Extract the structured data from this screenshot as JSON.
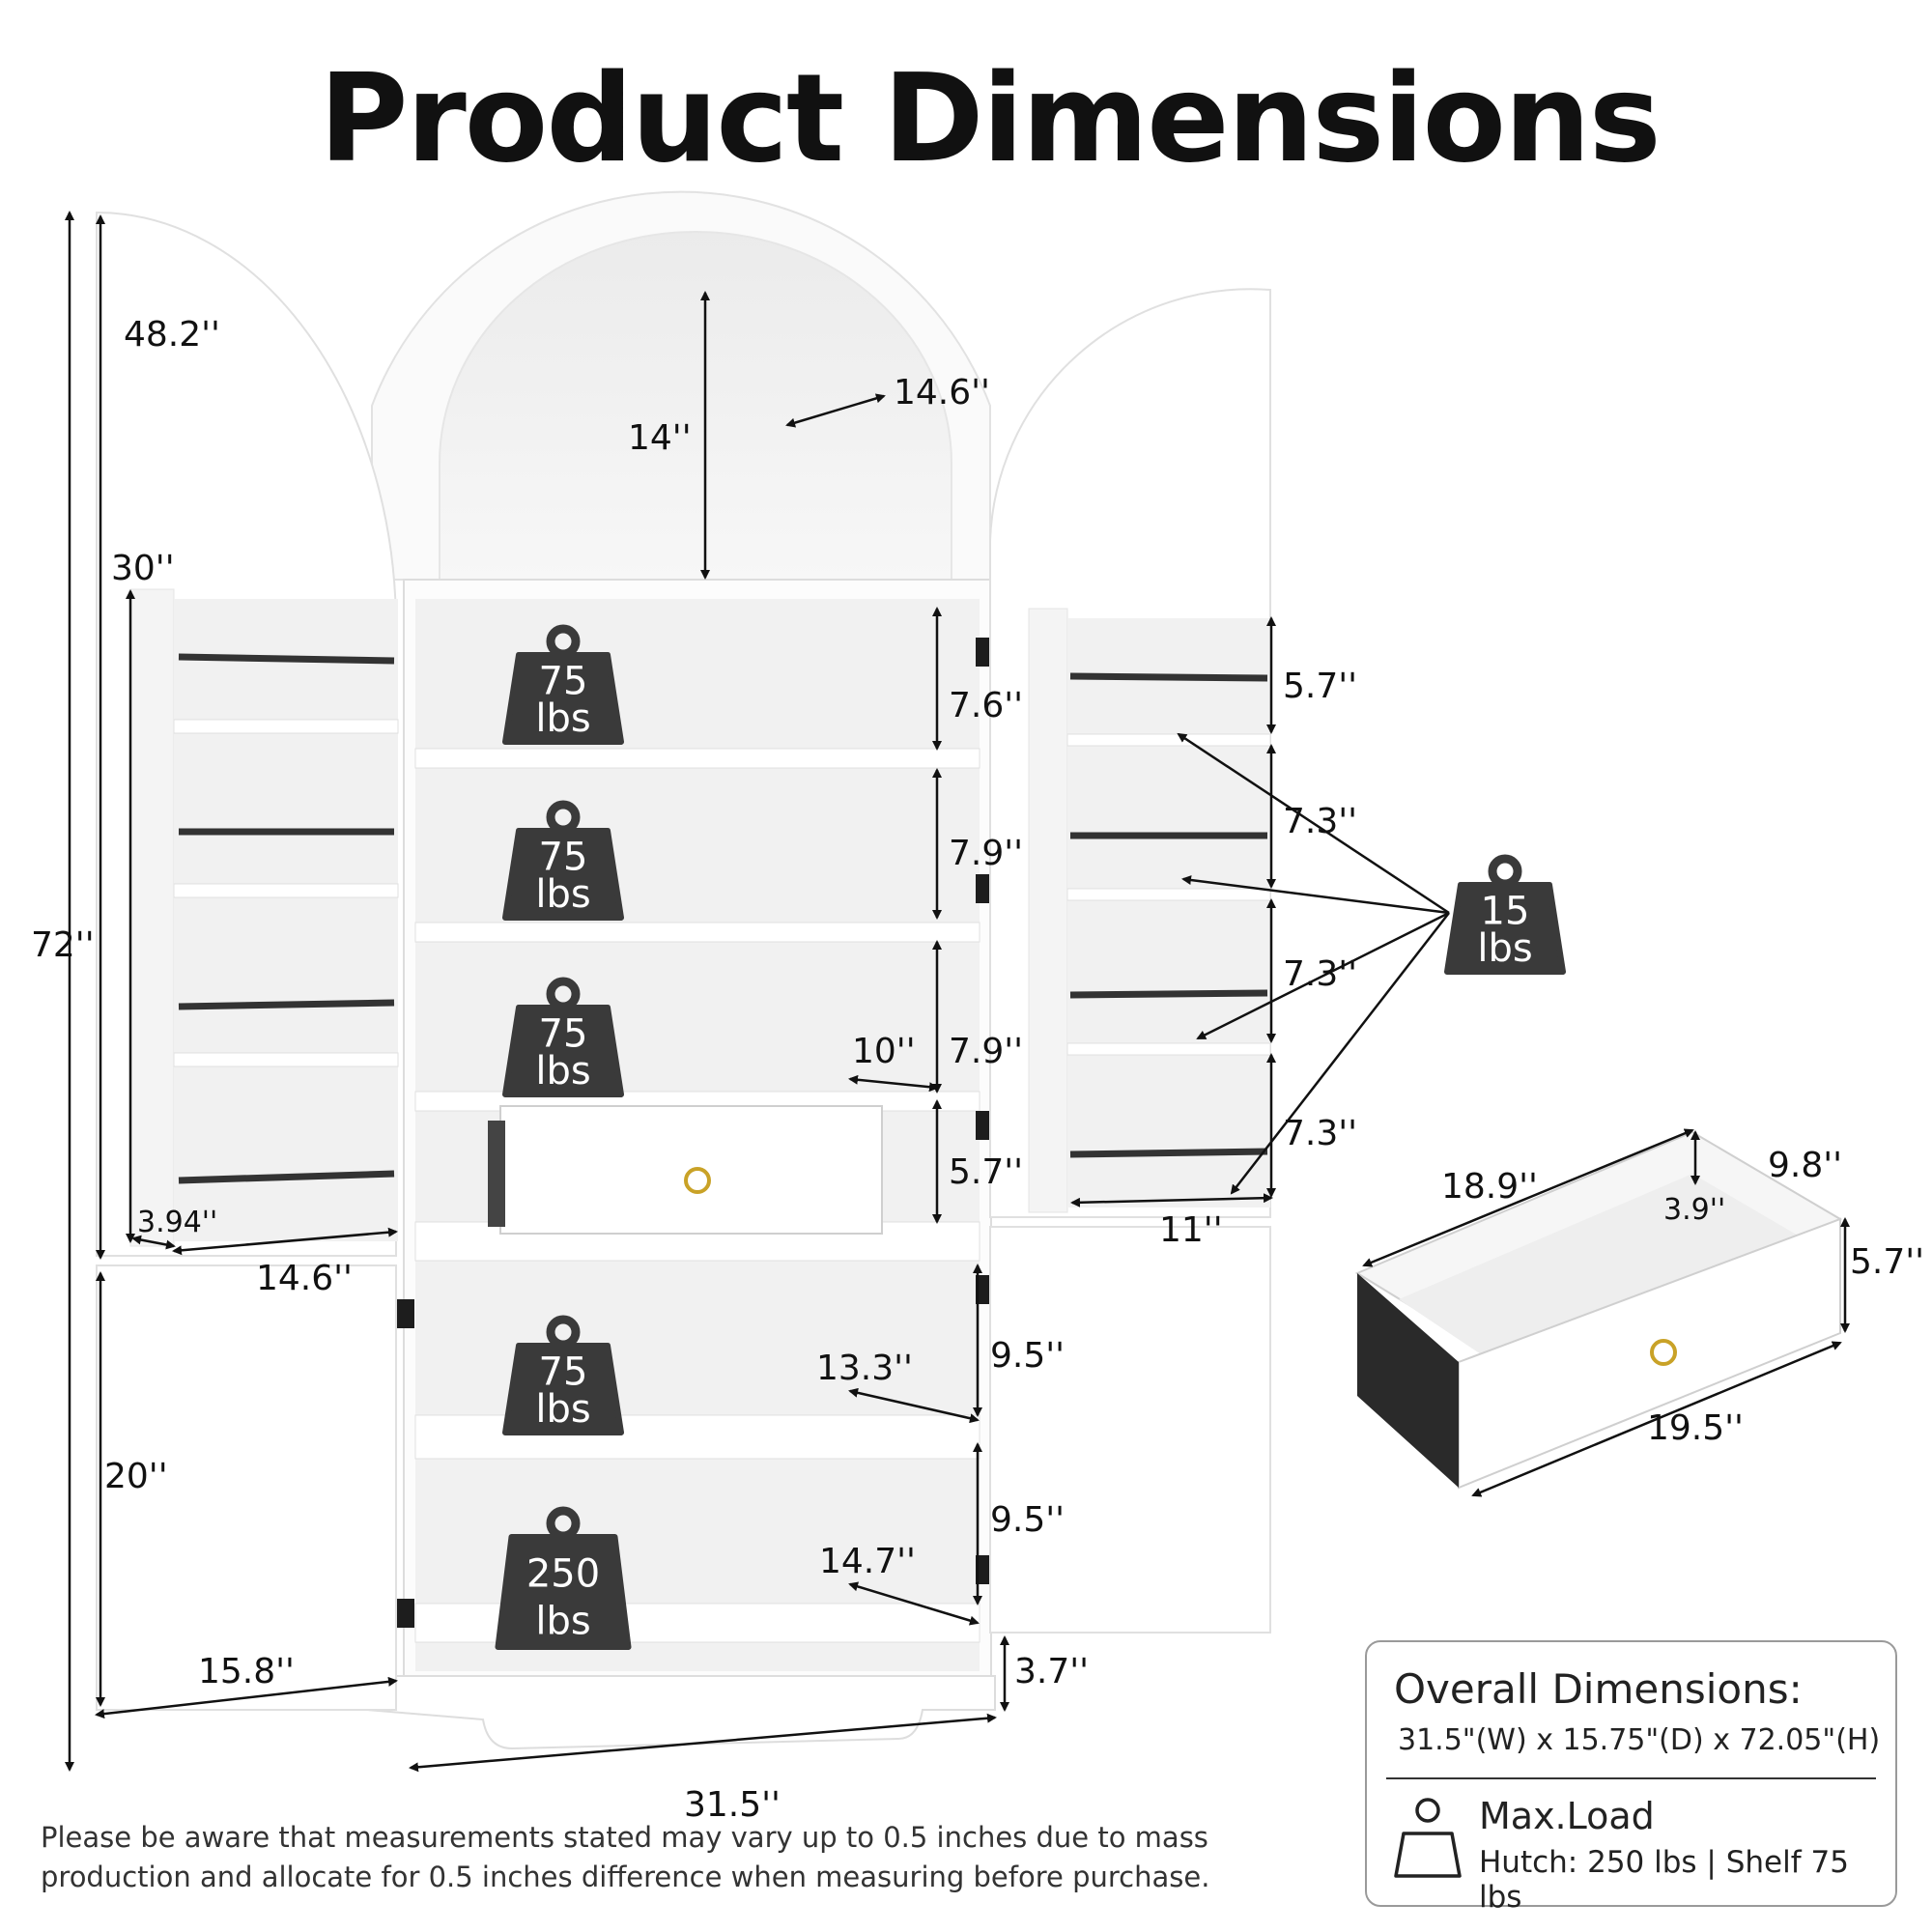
{
  "title": "Product Dimensions",
  "labels": {
    "d48_2": "48.2''",
    "d14": "14''",
    "d14_6_top": "14.6''",
    "d30": "30''",
    "d72": "72''",
    "d7_6": "7.6''",
    "d7_9a": "7.9''",
    "d7_9b": "7.9''",
    "d10": "10''",
    "d5_7_drawer_slot": "5.7''",
    "d5_7_door": "5.7''",
    "d7_3a": "7.3''",
    "d7_3b": "7.3''",
    "d7_3c": "7.3''",
    "d3_94": "3.94''",
    "d14_6_door": "14.6''",
    "d11": "11''",
    "d20": "20''",
    "d9_5a": "9.5''",
    "d9_5b": "9.5''",
    "d13_3": "13.3''",
    "d14_7": "14.7''",
    "d15_8": "15.8''",
    "d3_7": "3.7''",
    "d31_5": "31.5''",
    "drawer_18_9": "18.9''",
    "drawer_9_8": "9.8''",
    "drawer_3_9": "3.9''",
    "drawer_5_7": "5.7''",
    "drawer_19_5": "19.5''"
  },
  "weights": [
    {
      "value": "75",
      "unit": "lbs"
    },
    {
      "value": "75",
      "unit": "lbs"
    },
    {
      "value": "75",
      "unit": "lbs"
    },
    {
      "value": "75",
      "unit": "lbs"
    },
    {
      "value": "250",
      "unit": "lbs"
    },
    {
      "value": "15",
      "unit": "lbs"
    }
  ],
  "overall": {
    "heading": "Overall Dimensions:",
    "values": "31.5\"(W) x 15.75\"(D) x 72.05\"(H)",
    "max_load_label": "Max.Load",
    "max_load_values": "Hutch: 250 lbs | Shelf 75 lbs"
  },
  "note": "Please be aware that measurements stated may vary up to 0.5 inches due to mass production and allocate for 0.5 inches difference when measuring before purchase.",
  "colors": {
    "weight_fill": "#3a3a3a",
    "line": "#111111",
    "panel_shade": "#f2f2f2"
  }
}
